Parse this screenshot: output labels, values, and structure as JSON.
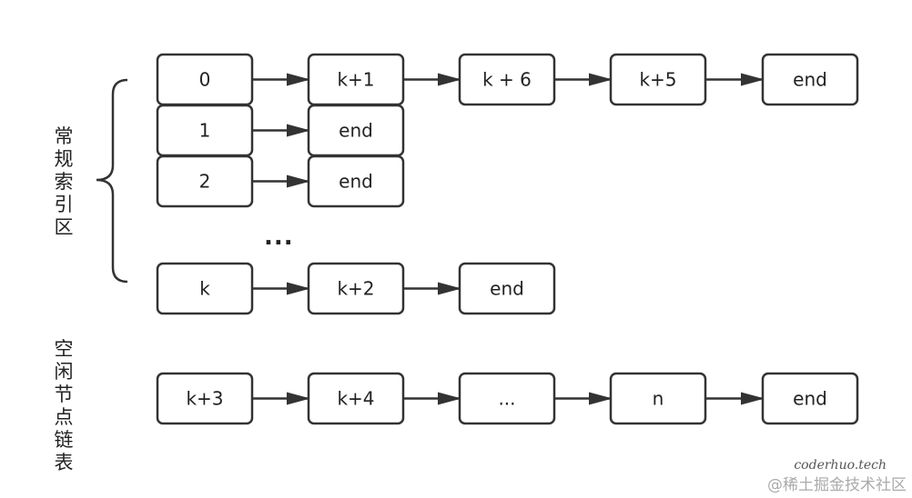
{
  "labels": {
    "regular_index": "常规索引区",
    "free_list": "空闲节点链表",
    "ellipsis": "..."
  },
  "rows": [
    {
      "name": "row-0",
      "nodes": [
        "0",
        "k+1",
        "k + 6",
        "k+5",
        "end"
      ]
    },
    {
      "name": "row-1",
      "nodes": [
        "1",
        "end"
      ]
    },
    {
      "name": "row-2",
      "nodes": [
        "2",
        "end"
      ]
    },
    {
      "name": "row-k",
      "nodes": [
        "k",
        "k+2",
        "end"
      ]
    },
    {
      "name": "row-free",
      "nodes": [
        "k+3",
        "k+4",
        "...",
        "n",
        "end"
      ]
    }
  ],
  "watermark": "@稀土掘金技术社区",
  "watermark_overlay": "coderhuo.tech"
}
